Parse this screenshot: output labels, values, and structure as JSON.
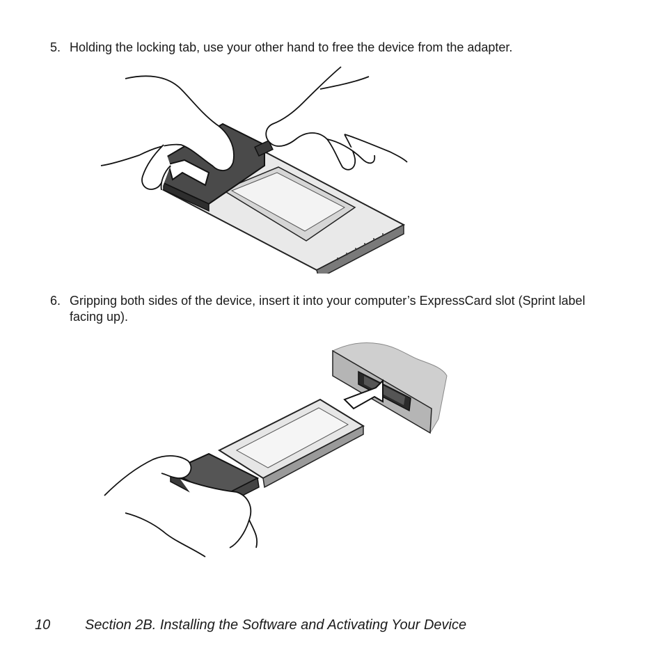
{
  "steps": [
    {
      "number": "5.",
      "text": "Holding the locking tab, use your other hand to free the device from the adapter."
    },
    {
      "number": "6.",
      "text": "Gripping both sides of the device, insert it into your computer’s ExpressCard slot (Sprint label facing up)."
    }
  ],
  "footer": {
    "page_number": "10",
    "section_title": "Section 2B. Installing the Software and Activating Your Device"
  }
}
